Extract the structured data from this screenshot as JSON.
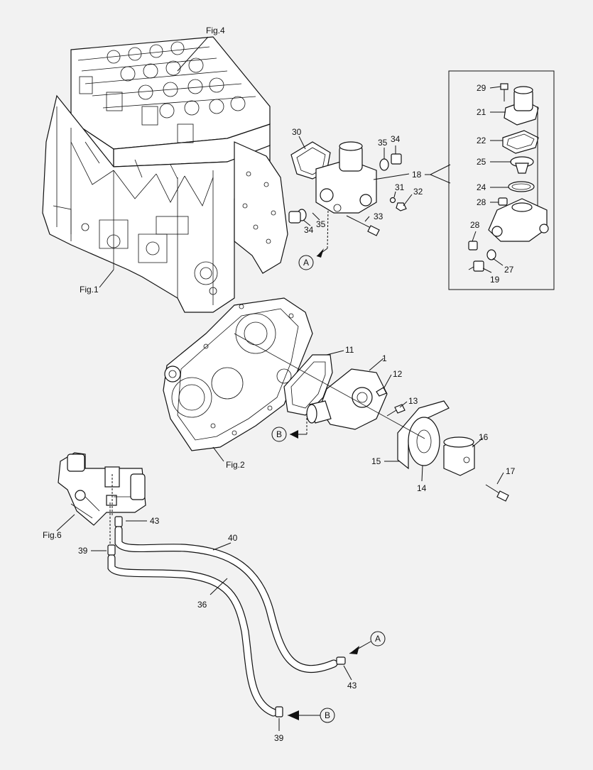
{
  "colors": {
    "background": "#f2f2f2",
    "ink": "#111111"
  },
  "figure_refs": {
    "fig1": "Fig.1",
    "fig2": "Fig.2",
    "fig4": "Fig.4",
    "fig6": "Fig.6"
  },
  "callouts": {
    "p1": "1",
    "p11": "11",
    "p12": "12",
    "p13": "13",
    "p14": "14",
    "p15": "15",
    "p16": "16",
    "p17": "17",
    "p18": "18",
    "p19": "19",
    "p21": "21",
    "p22": "22",
    "p24": "24",
    "p25": "25",
    "p27": "27",
    "p28a": "28",
    "p28b": "28",
    "p29": "29",
    "p30": "30",
    "p31": "31",
    "p32": "32",
    "p33": "33",
    "p34a": "34",
    "p34b": "34",
    "p35a": "35",
    "p35b": "35",
    "p36": "36",
    "p39a": "39",
    "p39b": "39",
    "p40": "40",
    "p43a": "43",
    "p43b": "43"
  },
  "markers": {
    "a_top": "A",
    "b_mid": "B",
    "a_bottom": "A",
    "b_bottom": "B"
  }
}
